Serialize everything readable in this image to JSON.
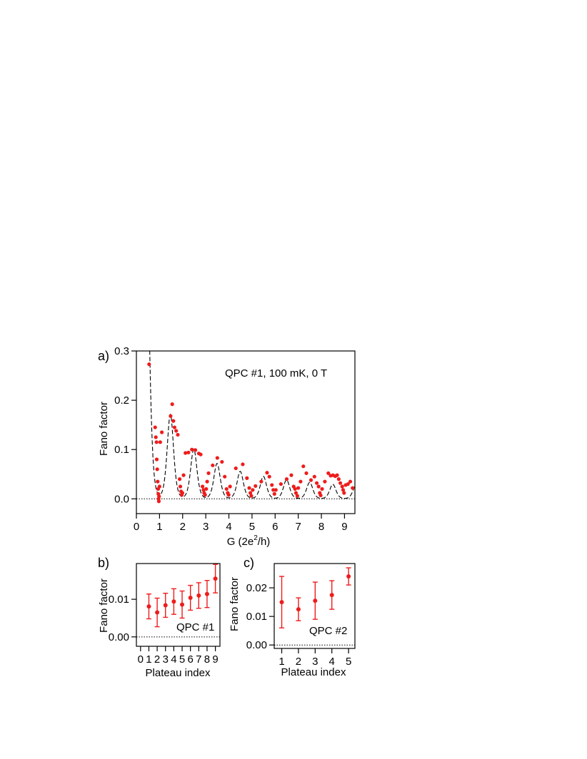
{
  "chart_data": [
    {
      "panel_label": "a)",
      "type": "scatter",
      "annotation": "QPC #1, 100 mK, 0 T",
      "xlabel_parts": [
        "G (2e",
        "2",
        "/h)"
      ],
      "ylabel": "Fano factor",
      "xlim": [
        0,
        9.45
      ],
      "ylim": [
        -0.03,
        0.3
      ],
      "x_ticks": [
        0,
        1,
        2,
        3,
        4,
        5,
        6,
        7,
        8,
        9
      ],
      "x_tick_labels": [
        "0",
        "1",
        "2",
        "3",
        "4",
        "5",
        "6",
        "7",
        "8",
        "9"
      ],
      "y_ticks": [
        0.0,
        0.1,
        0.2,
        0.3
      ],
      "y_tick_labels": [
        "0.0",
        "0.1",
        "0.2",
        "0.3"
      ],
      "zero_line": "dotted",
      "marker_color": "#ee1c1c",
      "fit_curve": "dashed",
      "points": [
        [
          0.55,
          0.273
        ],
        [
          0.81,
          0.145
        ],
        [
          0.84,
          0.125
        ],
        [
          0.87,
          0.115
        ],
        [
          0.88,
          0.08
        ],
        [
          0.9,
          0.06
        ],
        [
          0.92,
          0.035
        ],
        [
          0.94,
          0.02
        ],
        [
          0.95,
          0.01
        ],
        [
          0.96,
          0.0
        ],
        [
          0.97,
          -0.005
        ],
        [
          0.98,
          0.005
        ],
        [
          1.0,
          0.025
        ],
        [
          1.03,
          0.115
        ],
        [
          1.1,
          0.135
        ],
        [
          1.48,
          0.168
        ],
        [
          1.55,
          0.192
        ],
        [
          1.6,
          0.158
        ],
        [
          1.65,
          0.145
        ],
        [
          1.72,
          0.138
        ],
        [
          1.79,
          0.13
        ],
        [
          1.87,
          0.04
        ],
        [
          1.9,
          0.025
        ],
        [
          1.93,
          0.015
        ],
        [
          1.96,
          0.008
        ],
        [
          1.99,
          0.012
        ],
        [
          2.04,
          0.048
        ],
        [
          2.12,
          0.093
        ],
        [
          2.25,
          0.094
        ],
        [
          2.4,
          0.1
        ],
        [
          2.55,
          0.099
        ],
        [
          2.7,
          0.092
        ],
        [
          2.78,
          0.09
        ],
        [
          2.86,
          0.025
        ],
        [
          2.9,
          0.018
        ],
        [
          2.93,
          0.012
        ],
        [
          2.97,
          0.008
        ],
        [
          3.02,
          0.02
        ],
        [
          3.06,
          0.035
        ],
        [
          3.12,
          0.052
        ],
        [
          3.3,
          0.068
        ],
        [
          3.5,
          0.083
        ],
        [
          3.7,
          0.075
        ],
        [
          3.82,
          0.045
        ],
        [
          3.9,
          0.02
        ],
        [
          3.95,
          0.012
        ],
        [
          3.99,
          0.008
        ],
        [
          4.05,
          0.025
        ],
        [
          4.3,
          0.062
        ],
        [
          4.6,
          0.07
        ],
        [
          4.78,
          0.042
        ],
        [
          4.88,
          0.022
        ],
        [
          4.93,
          0.012
        ],
        [
          4.97,
          0.006
        ],
        [
          5.03,
          0.018
        ],
        [
          5.15,
          0.026
        ],
        [
          5.4,
          0.035
        ],
        [
          5.65,
          0.053
        ],
        [
          5.75,
          0.045
        ],
        [
          5.86,
          0.028
        ],
        [
          5.92,
          0.018
        ],
        [
          5.97,
          0.01
        ],
        [
          6.03,
          0.018
        ],
        [
          6.25,
          0.03
        ],
        [
          6.5,
          0.04
        ],
        [
          6.7,
          0.048
        ],
        [
          6.8,
          0.025
        ],
        [
          6.86,
          0.02
        ],
        [
          6.9,
          0.012
        ],
        [
          6.96,
          0.006
        ],
        [
          7.0,
          0.022
        ],
        [
          7.1,
          0.035
        ],
        [
          7.22,
          0.066
        ],
        [
          7.35,
          0.052
        ],
        [
          7.55,
          0.038
        ],
        [
          7.7,
          0.045
        ],
        [
          7.8,
          0.032
        ],
        [
          7.88,
          0.025
        ],
        [
          7.93,
          0.012
        ],
        [
          7.97,
          0.007
        ],
        [
          8.03,
          0.02
        ],
        [
          8.15,
          0.035
        ],
        [
          8.3,
          0.052
        ],
        [
          8.4,
          0.047
        ],
        [
          8.5,
          0.048
        ],
        [
          8.6,
          0.046
        ],
        [
          8.68,
          0.048
        ],
        [
          8.75,
          0.04
        ],
        [
          8.82,
          0.032
        ],
        [
          8.9,
          0.025
        ],
        [
          8.94,
          0.018
        ],
        [
          8.98,
          0.012
        ],
        [
          9.05,
          0.028
        ],
        [
          9.15,
          0.03
        ],
        [
          9.25,
          0.035
        ],
        [
          9.35,
          0.022
        ]
      ]
    },
    {
      "panel_label": "b)",
      "type": "scatter",
      "annotation": "QPC #1",
      "xlabel": "Plateau index",
      "ylabel": "Fano factor",
      "xlim": [
        -0.5,
        9.55
      ],
      "ylim": [
        -0.0025,
        0.0195
      ],
      "x_ticks": [
        0,
        1,
        2,
        3,
        4,
        5,
        6,
        7,
        8,
        9
      ],
      "x_tick_labels": [
        "0",
        "1",
        "2",
        "3",
        "4",
        "5",
        "6",
        "7",
        "8",
        "9"
      ],
      "y_ticks": [
        0.0,
        0.01
      ],
      "y_tick_labels": [
        "0.00",
        "0.01"
      ],
      "zero_line": "dotted",
      "marker_color": "#ee1c1c",
      "points": [
        {
          "x": 1,
          "y": 0.0081,
          "err": 0.0033
        },
        {
          "x": 2,
          "y": 0.0065,
          "err": 0.0038
        },
        {
          "x": 3,
          "y": 0.0084,
          "err": 0.0032
        },
        {
          "x": 4,
          "y": 0.0094,
          "err": 0.0034
        },
        {
          "x": 5,
          "y": 0.0086,
          "err": 0.0036
        },
        {
          "x": 6,
          "y": 0.0104,
          "err": 0.0033
        },
        {
          "x": 7,
          "y": 0.011,
          "err": 0.0034
        },
        {
          "x": 8,
          "y": 0.0114,
          "err": 0.0036
        },
        {
          "x": 9,
          "y": 0.0155,
          "err": 0.0038
        }
      ]
    },
    {
      "panel_label": "c)",
      "type": "scatter",
      "annotation": "QPC #2",
      "xlabel": "Plateau index",
      "ylabel": "Fano factor",
      "xlim": [
        0.55,
        5.38
      ],
      "ylim": [
        -0.0012,
        0.0285
      ],
      "x_ticks": [
        1,
        2,
        3,
        4,
        5
      ],
      "x_tick_labels": [
        "1",
        "2",
        "3",
        "4",
        "5"
      ],
      "y_ticks": [
        0.0,
        0.01,
        0.02
      ],
      "y_tick_labels": [
        "0.00",
        "0.01",
        "0.02"
      ],
      "zero_line": "dotted",
      "marker_color": "#ee1c1c",
      "points": [
        {
          "x": 1,
          "y": 0.015,
          "err": 0.009
        },
        {
          "x": 2,
          "y": 0.0125,
          "err": 0.004
        },
        {
          "x": 3,
          "y": 0.0155,
          "err": 0.0065
        },
        {
          "x": 4,
          "y": 0.0175,
          "err": 0.005
        },
        {
          "x": 5,
          "y": 0.024,
          "err": 0.003
        }
      ]
    }
  ]
}
